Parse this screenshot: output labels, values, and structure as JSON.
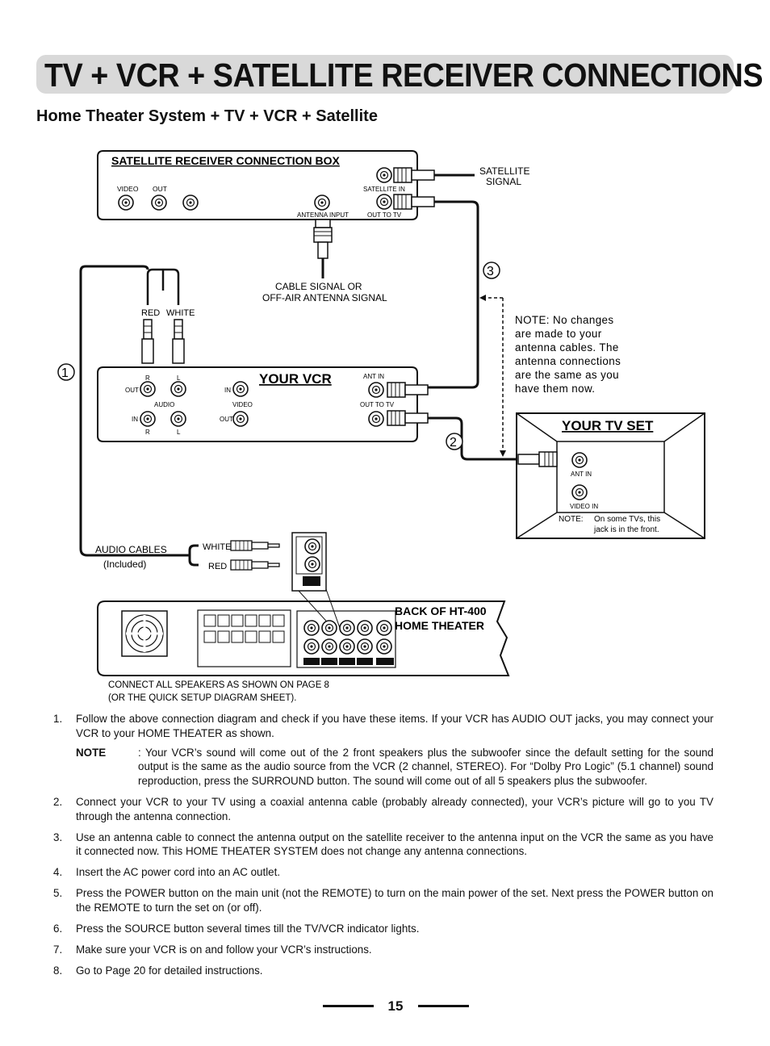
{
  "title": "TV + VCR + SATELLITE RECEIVER CONNECTIONS",
  "subtitle": "Home Theater System + TV + VCR + Satellite",
  "diagram": {
    "satellite_box": {
      "title": "SATELLITE RECEIVER CONNECTION BOX",
      "video": "VIDEO",
      "out": "OUT",
      "antenna_input": "ANTENNA INPUT",
      "satellite_in": "SATELLITE IN",
      "out_to_tv": "OUT TO TV"
    },
    "satellite_signal": [
      "SATELLITE",
      "SIGNAL"
    ],
    "cable_signal": [
      "CABLE SIGNAL OR",
      "OFF-AIR ANTENNA SIGNAL"
    ],
    "red": "RED",
    "white": "WHITE",
    "vcr": {
      "title": "YOUR VCR",
      "r": "R",
      "l": "L",
      "out": "OUT",
      "in": "IN",
      "audio": "AUDIO",
      "video": "VIDEO",
      "ant_in": "ANT IN",
      "out_to_tv": "OUT TO TV"
    },
    "markers": [
      "1",
      "2",
      "3"
    ],
    "note": [
      "NOTE: No changes",
      "are made to your",
      "antenna cables. The",
      "antenna connections",
      "are the same as you",
      "have them now."
    ],
    "tv": {
      "title": "YOUR TV SET",
      "ant_in": "ANT IN",
      "video_in": "VIDEO IN",
      "note_label": "NOTE:",
      "note_text": [
        "On some TVs, this",
        "jack is in the front."
      ]
    },
    "audio_cables": [
      "AUDIO CABLES",
      "(Included)"
    ],
    "white_plug": "WHITE",
    "red_plug": "RED",
    "ht400": [
      "BACK OF HT-400",
      "HOME THEATER"
    ],
    "speakers_note": [
      "CONNECT ALL SPEAKERS AS SHOWN ON PAGE 8",
      "(OR THE QUICK SETUP DIAGRAM SHEET)."
    ]
  },
  "steps": [
    {
      "num": "1.",
      "text": "Follow the above connection diagram and check if you have these items. If your VCR has AUDIO OUT jacks, you may connect your VCR to your HOME THEATER as shown."
    },
    {
      "num": "2.",
      "text": "Connect your VCR to your TV using a coaxial antenna cable (probably already connected), your VCR’s picture will go to you TV through the antenna connection."
    },
    {
      "num": "3.",
      "text": "Use an antenna cable to connect the antenna output on the satellite receiver to the antenna input on the VCR the same as you have it connected now. This HOME THEATER SYSTEM does not change any antenna connections."
    },
    {
      "num": "4.",
      "text": "Insert the AC power cord into an AC outlet."
    },
    {
      "num": "5.",
      "text": "Press the POWER button on the main unit (not the REMOTE) to turn on the main power of the set. Next press the POWER button on the REMOTE to turn the set on (or off)."
    },
    {
      "num": "6.",
      "text": "Press the SOURCE button several times till the TV/VCR indicator lights."
    },
    {
      "num": "7.",
      "text": "Make sure your VCR is on and follow your VCR’s instructions."
    },
    {
      "num": "8.",
      "text": "Go to Page 20 for detailed instructions."
    }
  ],
  "step1_note": {
    "label": "NOTE",
    "text": ": Your VCR’s sound will come out of the 2 front speakers plus the subwoofer since the default setting for the sound output is the same as the audio source from the VCR (2 channel, STEREO). For “Dolby Pro Logic” (5.1 channel) sound reproduction, press the SURROUND button. The sound will come out of all 5 speakers plus the subwoofer."
  },
  "page_number": "15"
}
